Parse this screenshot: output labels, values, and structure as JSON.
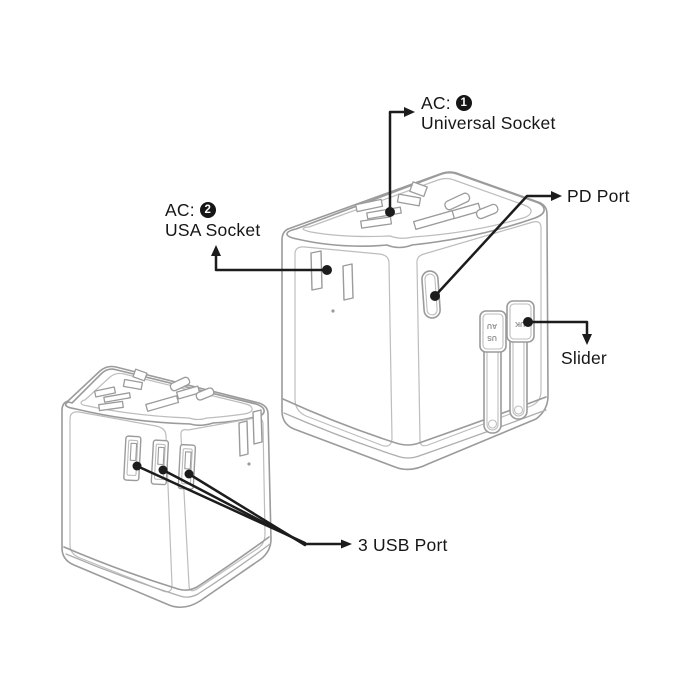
{
  "callouts": {
    "universal_socket": {
      "prefix": "AC:",
      "badge": "1",
      "label": "Universal Socket"
    },
    "usa_socket": {
      "prefix": "AC:",
      "badge": "2",
      "label": "USA Socket"
    },
    "pd_port": {
      "label": "PD Port"
    },
    "slider": {
      "label": "Slider"
    },
    "usb_ports": {
      "label": "3 USB Port"
    }
  },
  "sliders": {
    "tab1_top": "AU",
    "tab1_bottom": "US",
    "tab2": "UK"
  },
  "colors": {
    "outline": "#9b9b9b",
    "outline_light": "#bdbdbd",
    "callout": "#1c1c1c",
    "background": "#ffffff"
  }
}
